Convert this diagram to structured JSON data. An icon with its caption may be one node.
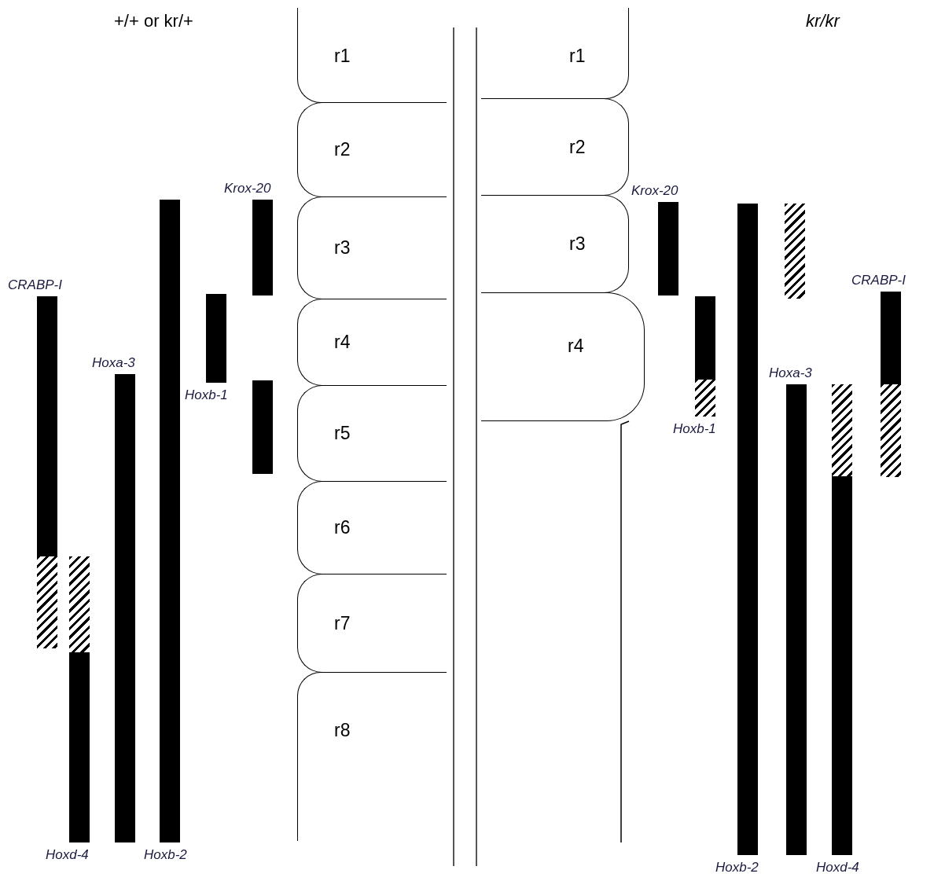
{
  "diagram": {
    "nodes": [
      {
        "text": [
          "r1"
        ]
      },
      {
        "text": [
          "r2"
        ]
      },
      {
        "text": [
          "r3"
        ]
      },
      {
        "text": [
          "r4"
        ]
      },
      {
        "text": [
          "r5"
        ]
      },
      {
        "text": [
          "r6"
        ]
      },
      {
        "text": [
          "r7"
        ]
      },
      {
        "text": [
          "r8"
        ]
      },
      {
        "text": [
          "r1"
        ]
      },
      {
        "text": [
          "r2"
        ]
      },
      {
        "text": [
          "r3"
        ]
      },
      {
        "text": [
          "r4"
        ]
      },
      {
        "text": [
          "CRABP-I"
        ]
      },
      {
        "text": [],
        "shape": "bar"
      },
      {
        "text": [],
        "shape": "bar"
      },
      {
        "text": [
          "Hoxd-4"
        ]
      },
      {
        "text": [
          "Hoxa-3"
        ]
      },
      {
        "text": [
          "Hoxb-2"
        ]
      },
      {
        "text": [
          "Hoxb-1"
        ]
      },
      {
        "text": [
          "Krox-20"
        ]
      },
      {
        "text": [],
        "shape": "bar"
      },
      {
        "text": [
          "Krox-20"
        ]
      },
      {
        "text": [],
        "shape": "bar"
      },
      {
        "text": [
          "Hoxb-1"
        ]
      },
      {
        "text": [
          "Hoxb-2"
        ]
      },
      {
        "text": [],
        "shape": "bar"
      },
      {
        "text": [
          "Hoxa-3"
        ]
      },
      {
        "text": [],
        "shape": "bar"
      },
      {
        "text": [
          "Hoxd-4"
        ]
      },
      {
        "text": [
          "CRABP-I"
        ]
      },
      {
        "text": [],
        "shape": "bar"
      }
    ],
    "edges": [],
    "labels": [
      "+/+ or kr/+",
      "kr/kr"
    ]
  }
}
